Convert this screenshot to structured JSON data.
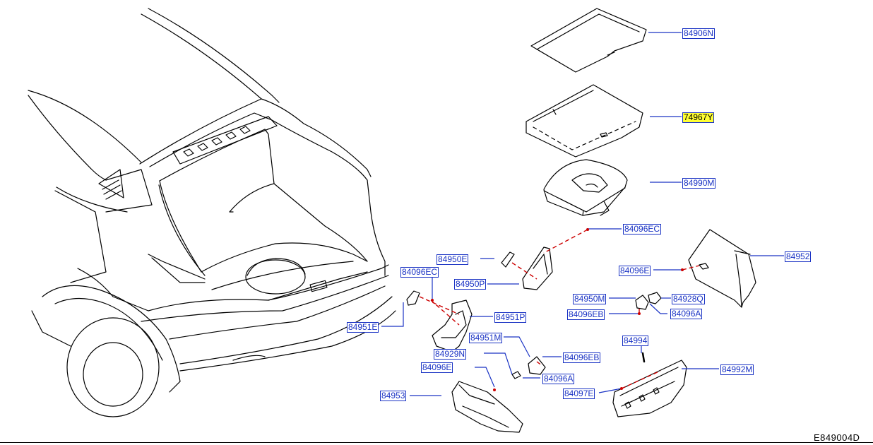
{
  "diagram": {
    "code": "E849004D",
    "colors": {
      "line": "#000000",
      "leader": "#1a33c4",
      "dashed": "#cc0000",
      "highlight": "#ffff33"
    },
    "labels": {
      "p84906N": "84906N",
      "p74967Y": "74967Y",
      "p84990M": "84990M",
      "p84096EC_top": "84096EC",
      "p84952": "84952",
      "p84096E_right": "84096E",
      "p84950E": "84950E",
      "p84950P": "84950P",
      "p84096EC_left": "84096EC",
      "p84951P": "84951P",
      "p84951E": "84951E",
      "p84951M": "84951M",
      "p84950M": "84950M",
      "p84928Q": "84928Q",
      "p84096EB_a": "84096EB",
      "p84096A_a": "84096A",
      "p84994": "84994",
      "p84096EB_b": "84096EB",
      "p84929N": "84929N",
      "p84096E_left": "84096E",
      "p84096A_b": "84096A",
      "p84992M": "84992M",
      "p84097E": "84097E",
      "p84953": "84953"
    },
    "highlighted_part": "74967Y"
  }
}
